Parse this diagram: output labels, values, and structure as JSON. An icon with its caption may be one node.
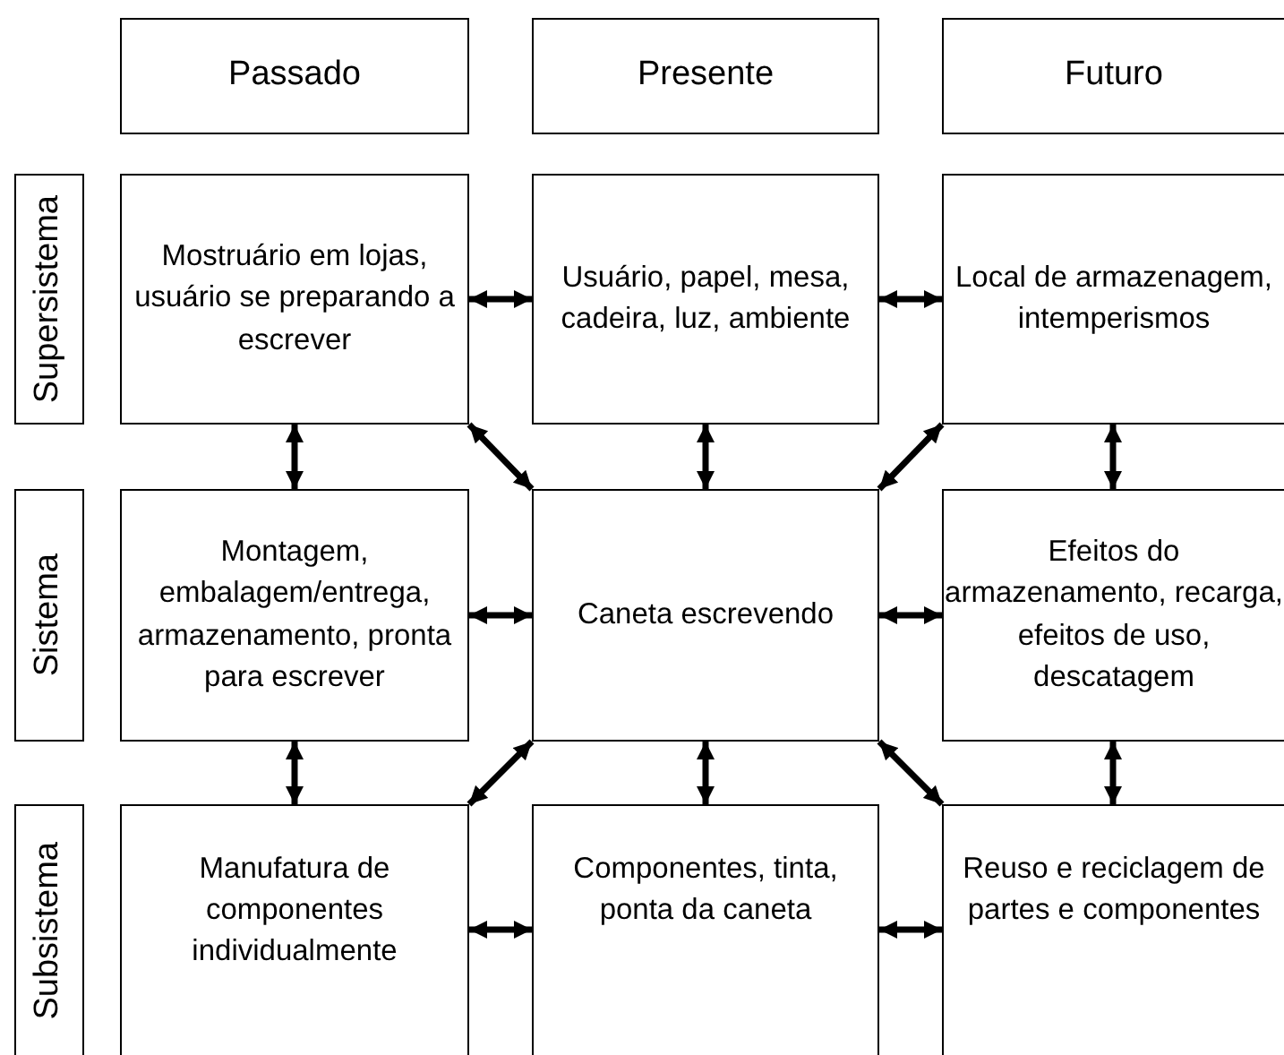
{
  "diagram": {
    "nodes": [
      {
        "text": [
          "Passado"
        ]
      },
      {
        "text": [
          "Presente"
        ]
      },
      {
        "text": [
          "Futuro"
        ]
      },
      {
        "text": [
          "Supersistema"
        ]
      },
      {
        "text": [
          "Sistema"
        ]
      },
      {
        "text": [
          "Subsistema"
        ]
      },
      {
        "text": [
          "Mostruário em lojas, usuário se preparando a escrever"
        ]
      },
      {
        "text": [
          "Usuário, papel, mesa, cadeira, luz, ambiente"
        ]
      },
      {
        "text": [
          "Local de armazenagem, intemperismos"
        ]
      },
      {
        "text": [
          "Montagem, embalagem/entrega, armazenamento, pronta para escrever"
        ]
      },
      {
        "text": [
          "Caneta escrevendo"
        ]
      },
      {
        "text": [
          "Efeitos do armazenamento, recarga, efeitos de uso, descatagem"
        ]
      },
      {
        "text": [
          "Manufatura de componentes individualmente"
        ]
      },
      {
        "text": [
          "Componentes, tinta, ponta da caneta"
        ]
      },
      {
        "text": [
          "Reuso e reciclagem de partes e componentes"
        ]
      }
    ],
    "edges": [
      {
        "from": 6,
        "to": 7,
        "arrow": "both"
      },
      {
        "from": 7,
        "to": 8,
        "arrow": "both"
      },
      {
        "from": 6,
        "to": 9,
        "arrow": "both"
      },
      {
        "from": 6,
        "to": 10,
        "arrow": "both"
      },
      {
        "from": 7,
        "to": 10,
        "arrow": "both"
      },
      {
        "from": 8,
        "to": 10,
        "arrow": "both"
      },
      {
        "from": 8,
        "to": 11,
        "arrow": "both"
      },
      {
        "from": 9,
        "to": 10,
        "arrow": "both"
      },
      {
        "from": 10,
        "to": 11,
        "arrow": "both"
      },
      {
        "from": 9,
        "to": 12,
        "arrow": "both"
      },
      {
        "from": 10,
        "to": 12,
        "arrow": "both"
      },
      {
        "from": 10,
        "to": 13,
        "arrow": "both"
      },
      {
        "from": 10,
        "to": 14,
        "arrow": "both"
      },
      {
        "from": 11,
        "to": 14,
        "arrow": "both"
      },
      {
        "from": 12,
        "to": 13,
        "arrow": "both"
      },
      {
        "from": 13,
        "to": 14,
        "arrow": "both"
      }
    ]
  }
}
